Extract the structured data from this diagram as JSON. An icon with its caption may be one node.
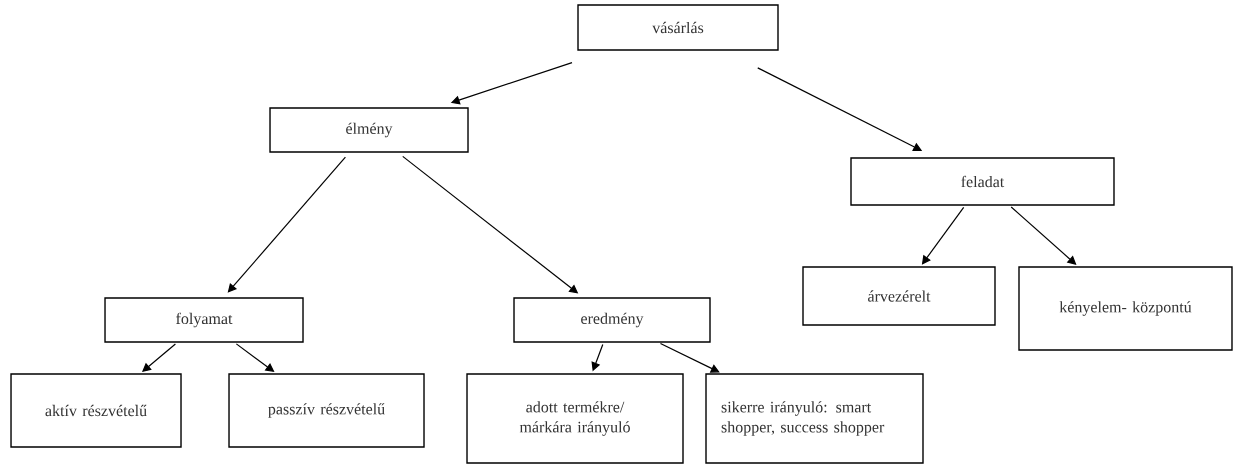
{
  "diagram": {
    "nodes": [
      {
        "text": [
          "vásárlás"
        ]
      },
      {
        "text": [
          "élmény"
        ]
      },
      {
        "text": [
          "feladat"
        ]
      },
      {
        "text": [
          "folyamat"
        ]
      },
      {
        "text": [
          "eredmény"
        ]
      },
      {
        "text": [
          "árvezérelt"
        ]
      },
      {
        "text": [
          "kényelem- központú"
        ]
      },
      {
        "text": [
          "aktív részvételű"
        ]
      },
      {
        "text": [
          "passzív részvételű"
        ]
      },
      {
        "text": [
          "adott termékre/ márkára irányuló"
        ]
      },
      {
        "text": [
          "sikerre irányuló: smart shopper, success shopper"
        ]
      }
    ],
    "edges": [
      {
        "from": 0,
        "to": 1,
        "arrow": "to"
      },
      {
        "from": 0,
        "to": 2,
        "arrow": "to"
      },
      {
        "from": 1,
        "to": 3,
        "arrow": "to"
      },
      {
        "from": 1,
        "to": 4,
        "arrow": "to"
      },
      {
        "from": 2,
        "to": 5,
        "arrow": "to"
      },
      {
        "from": 2,
        "to": 6,
        "arrow": "to"
      },
      {
        "from": 3,
        "to": 7,
        "arrow": "to"
      },
      {
        "from": 3,
        "to": 8,
        "arrow": "to"
      },
      {
        "from": 4,
        "to": 9,
        "arrow": "to"
      },
      {
        "from": 4,
        "to": 10,
        "arrow": "to"
      }
    ]
  }
}
